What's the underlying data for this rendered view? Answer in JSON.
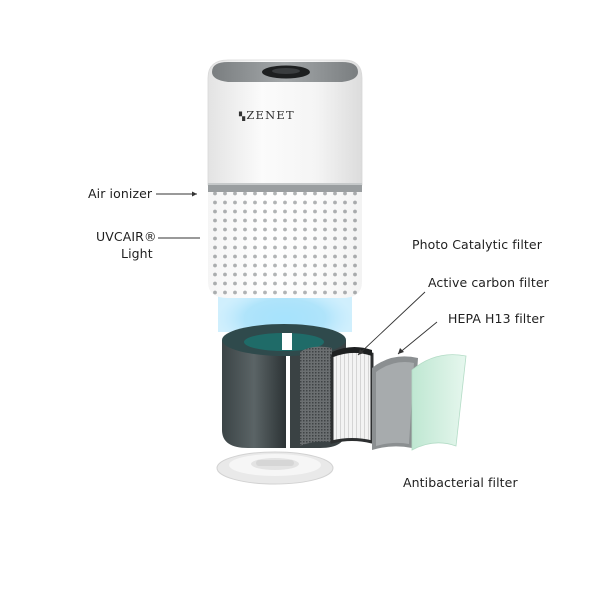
{
  "product": {
    "brand": "ZENET",
    "brand_mark": "zenet-logo-icon"
  },
  "callouts": {
    "air_ionizer": "Air ionizer",
    "uvcair_line1": "UVCAIR®",
    "uvcair_line2": "Light",
    "photo_catalytic": "Photo Catalytic filter",
    "active_carbon": "Active carbon filter",
    "hepa": "HEPA H13 filter",
    "antibacterial": "Antibacterial filter"
  },
  "colors": {
    "uv_glow": "#7fd3f5",
    "carbon_ring_dark": "#2f4a4c",
    "carbon_ring_inner": "#1f6b68",
    "photo_filter_green": "#c9ecd9",
    "housing_white": "#f4f4f4",
    "top_grille": "#8d9193"
  }
}
